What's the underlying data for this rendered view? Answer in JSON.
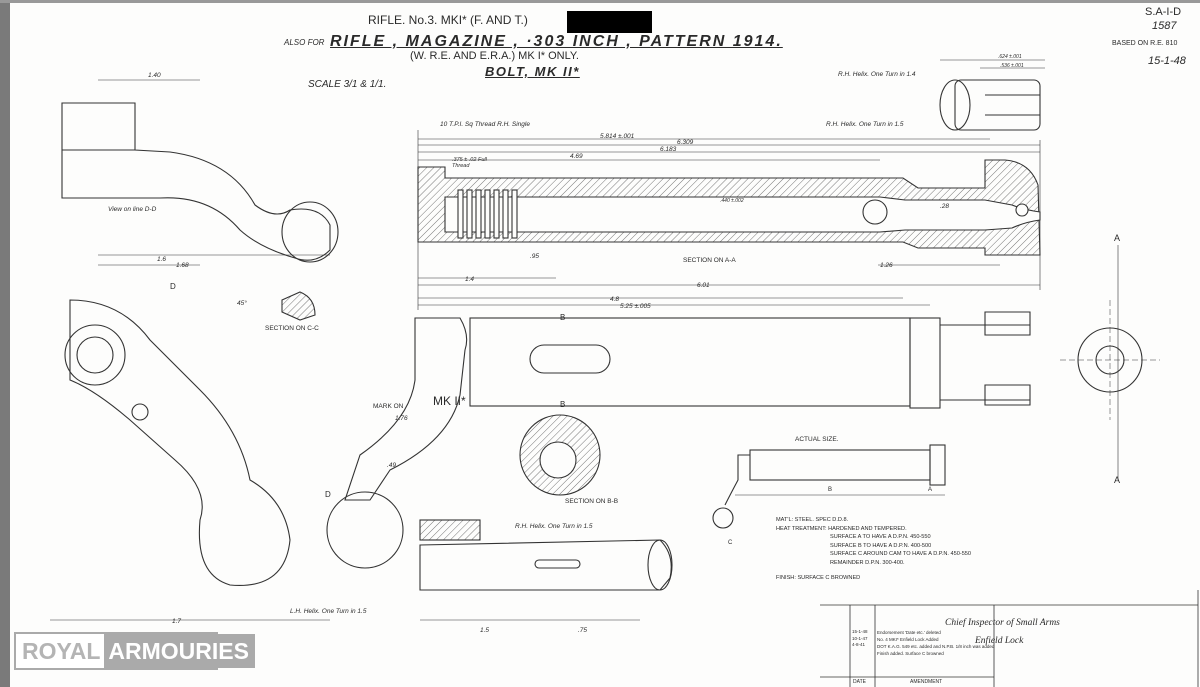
{
  "header": {
    "title_line1": "RIFLE. No.3. MKI* (F. AND T.)",
    "also_for": "ALSO FOR",
    "title_line2": "RIFLE , MAGAZINE , ·303 INCH , PATTERN 1914.",
    "title_line3": "(W. R.E. AND E.R.A.) MK I* ONLY.",
    "part_name": "BOLT, MK II*",
    "scale": "SCALE 3/1 & 1/1."
  },
  "drawing_ref": {
    "number_prefix": "S.A-I-D",
    "number": "1587",
    "based_on": "BASED ON R.E. 810",
    "date": "15-1-48"
  },
  "labels": {
    "section_aa": "SECTION ON A-A",
    "section_bb": "SECTION ON B-B",
    "section_cc": "SECTION ON C-C",
    "view_dd": "View on line D-D",
    "actual_size": "ACTUAL SIZE.",
    "mark_on": "MARK ON",
    "mark_text": "MK II*",
    "thread": "10 T.P.I. Sq Thread R.H. Single",
    "full_thread": ".375 ± .02 Full Thread",
    "helix_top1": "R.H. Helix. One Turn in 1.4",
    "helix_top2": "R.H. Helix. One Turn in 1.5",
    "helix_bottom": "R.H. Helix. One Turn in 1.5",
    "helix_lh": "L.H. Helix. One Turn in 1.5",
    "letter_a": "A",
    "letter_b": "B",
    "letter_c": "C",
    "letter_d": "D"
  },
  "dimensions": {
    "d5814": "5.814 ±.001",
    "d6309": "6.309",
    "d6183": "6.183",
    "d469": "4.69",
    "d601": "6.01",
    "d48": "4.8",
    "d525": "5.25 ±.005",
    "d14": "1.4",
    "d126": "1.26",
    "d140": "1.40",
    "d16": "1.6",
    "d168": "1.68",
    "d176": "1.76",
    "d17": "1.7",
    "d15": "1.5",
    "d75": ".75",
    "d440": ".440 ±.002",
    "d95": ".95",
    "d28": ".28",
    "d45": "45°",
    "d49": ".49",
    "d624": ".624 ±.001",
    "d536": ".536 ±.001"
  },
  "notes": {
    "material": "MAT'L: STEEL. SPEC D.D.8.",
    "heat_treatment": "HEAT TREATMENT: HARDENED AND TEMPERED.",
    "surface_a": "SURFACE A TO HAVE A D.P.N. 450-550",
    "surface_b": "SURFACE B TO HAVE A D.P.N. 400-500",
    "surface_c": "SURFACE C AROUND CAM TO HAVE A D.P.N. 450-550",
    "remainder": "REMAINDER D.P.N. 300-400.",
    "finish": "FINISH: SURFACE C BROWNED"
  },
  "title_block": {
    "authority_line1": "Chief Inspector of Small Arms",
    "authority_line2": "Enfield Lock",
    "amendment_dates": [
      "15-1-48",
      "10-1-47",
      "4-8-41"
    ],
    "amendments": [
      "Endorsement 'Date etc.' deleted",
      "No. 4 MKI* Enfield Lock Added",
      "DOT K.A.G. 549 etc. added and N.P.B. 1/8 inch was added",
      "Finish added. Surface C browned"
    ],
    "col_date": "DATE",
    "col_amendment": "AMENDMENT"
  },
  "watermark": {
    "logo_text_left": "ROYAL",
    "logo_text_right": "ARMOURIES"
  }
}
